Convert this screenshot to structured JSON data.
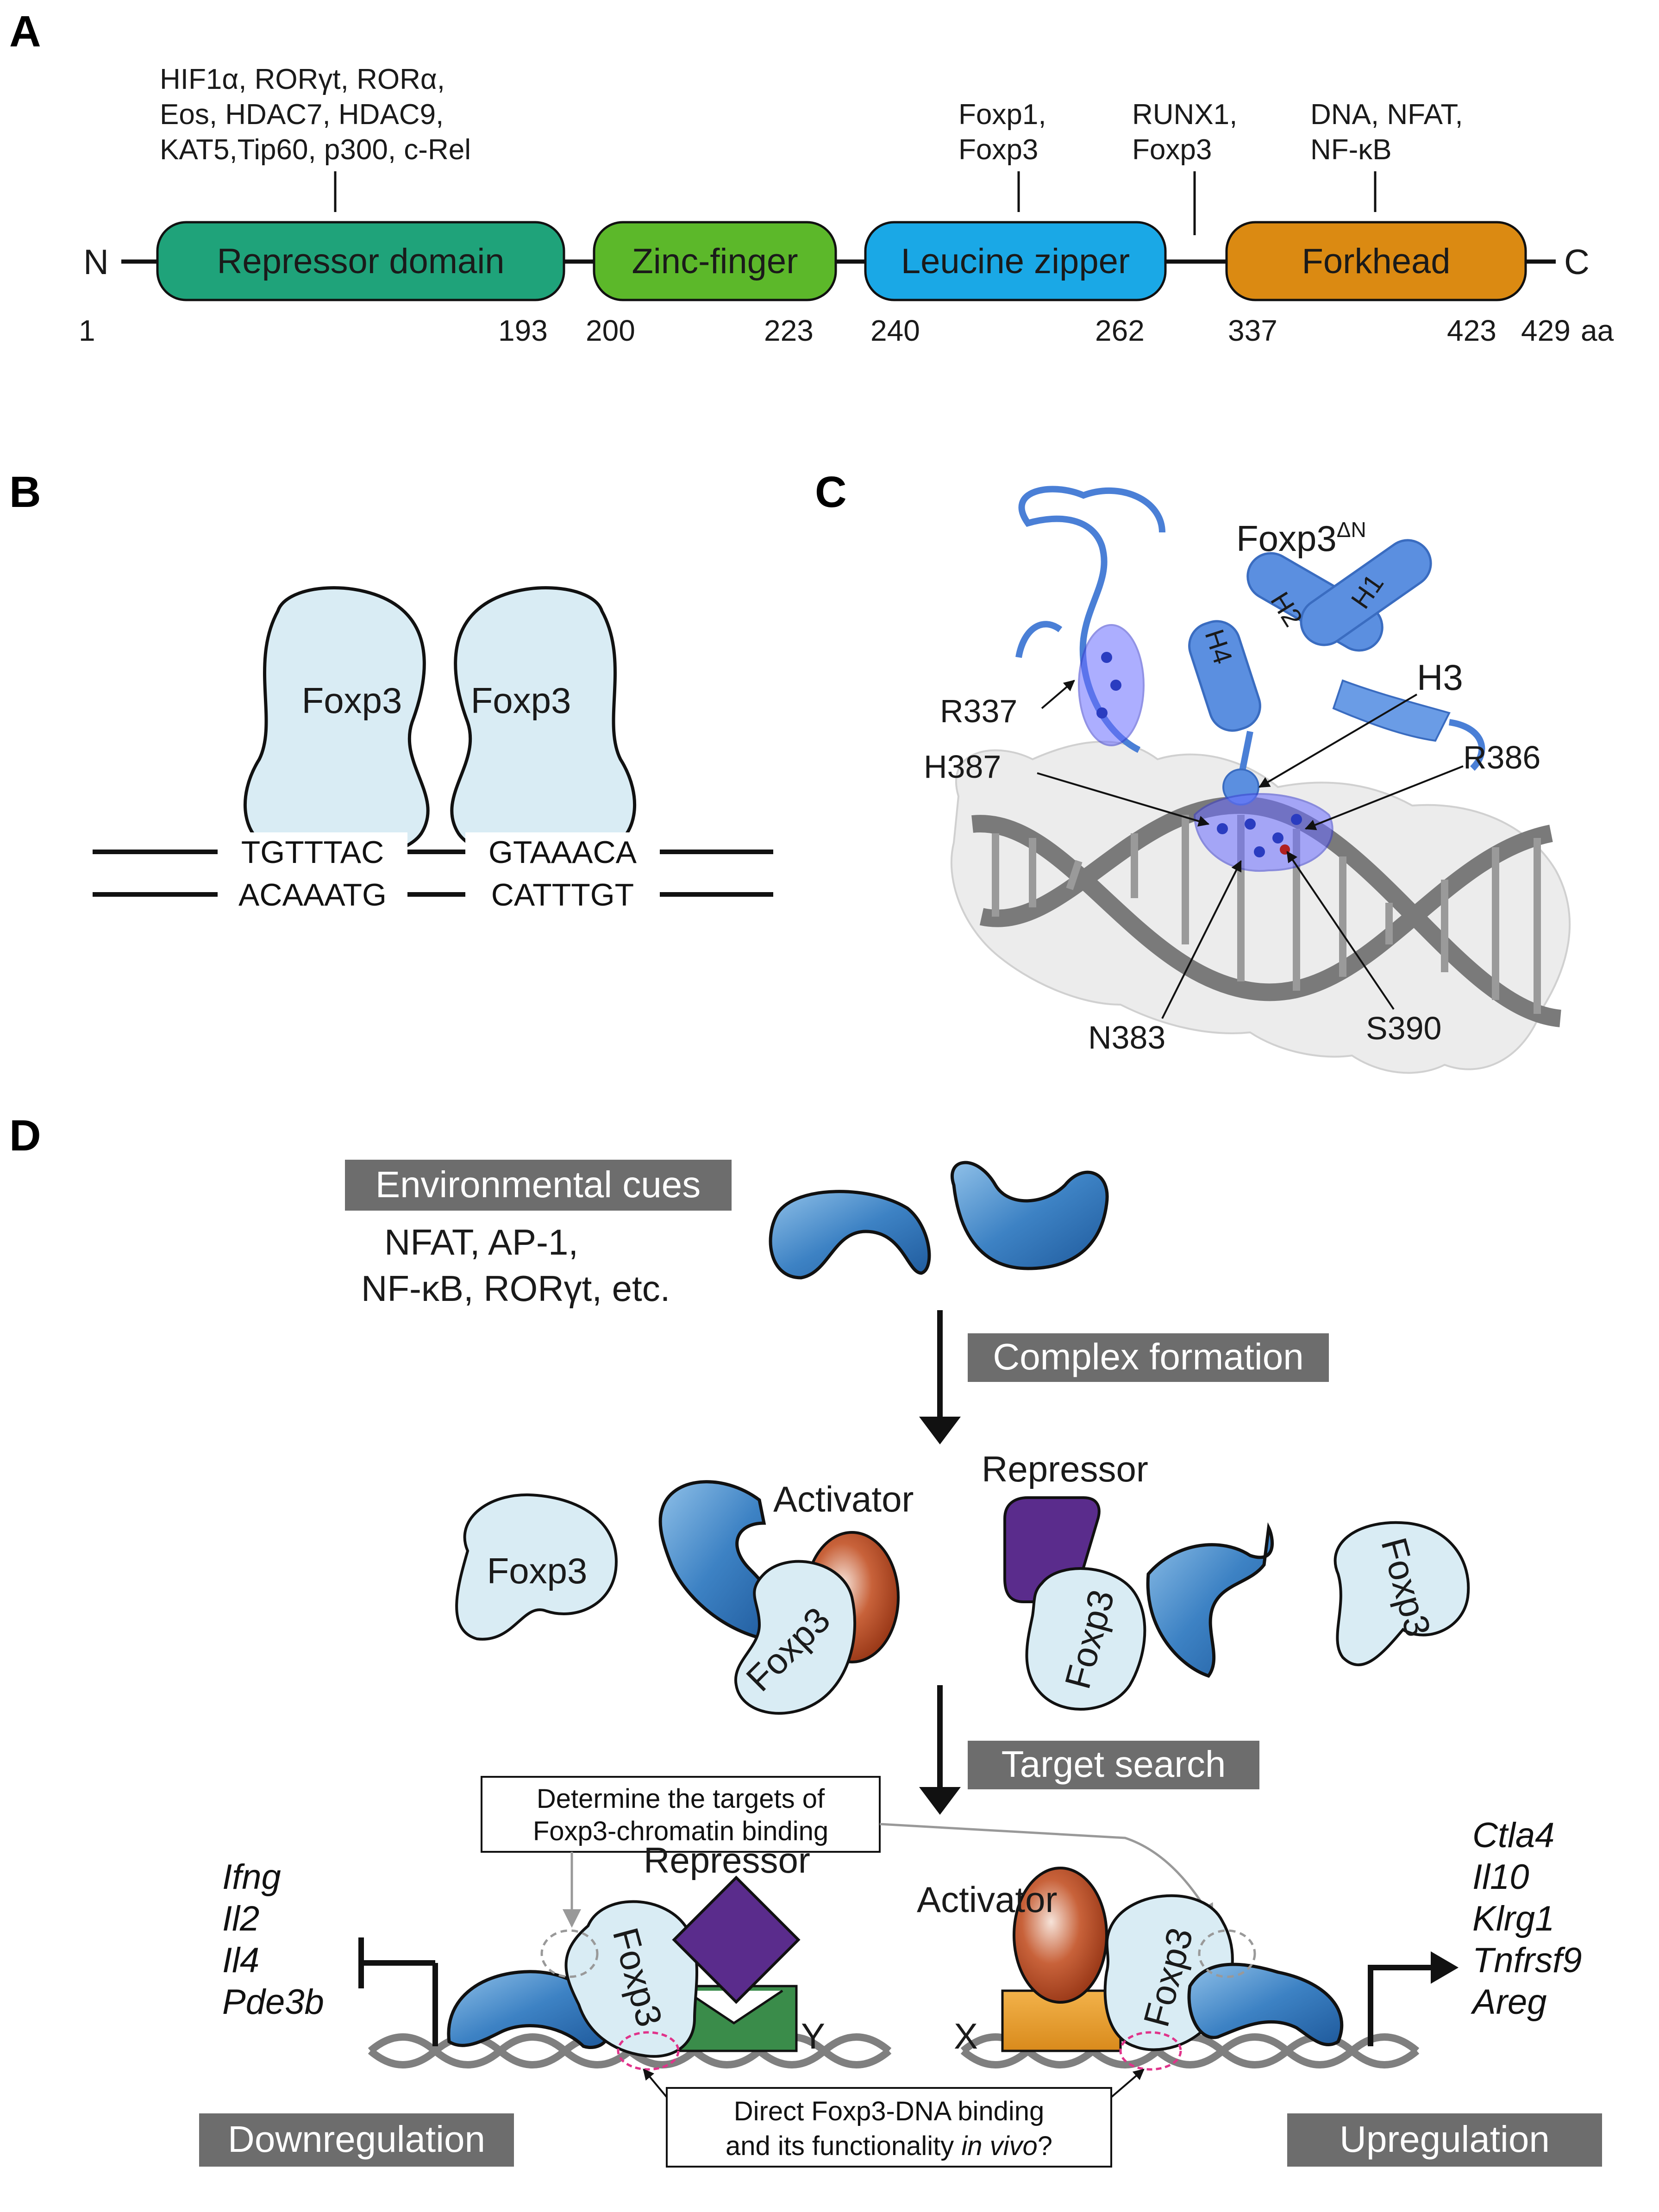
{
  "panels": {
    "a": "A",
    "b": "B",
    "c": "C",
    "d": "D"
  },
  "panel_a": {
    "n_term": "N",
    "c_term": "C",
    "domains": [
      {
        "label": "Repressor domain",
        "color": "#1fa37a"
      },
      {
        "label": "Zinc-finger",
        "color": "#5cb82a"
      },
      {
        "label": "Leucine zipper",
        "color": "#1aa8e6"
      },
      {
        "label": "Forkhead",
        "color": "#db8a12"
      }
    ],
    "positions": [
      "1",
      "193",
      "200",
      "223",
      "240",
      "262",
      "337",
      "423",
      "429"
    ],
    "unit": "aa",
    "binders": {
      "repressor": [
        "HIF1α, RORγt, RORα,",
        "Eos, HDAC7, HDAC9,",
        "KAT5,Tip60, p300, c-Rel"
      ],
      "leucine": [
        "Foxp1,",
        "Foxp3"
      ],
      "linker": [
        "RUNX1,",
        "Foxp3"
      ],
      "forkhead": [
        "DNA, NFAT,",
        "NF-κB"
      ]
    }
  },
  "panel_b": {
    "protein_left": "Foxp3",
    "protein_right": "Foxp3",
    "top_left": "TGTTTAC",
    "top_right": "GTAAACA",
    "bottom_left": "ACAAATG",
    "bottom_right": "CATTTGT"
  },
  "panel_c": {
    "title_main": "Foxp3",
    "title_sup": "ΔN",
    "helices": [
      "H1",
      "H2",
      "H3",
      "H4"
    ],
    "residues": [
      "R337",
      "H387",
      "R386",
      "N383",
      "S390"
    ]
  },
  "panel_d": {
    "env_cues_badge": "Environmental cues",
    "env_cues_line1": "NFAT, AP-1,",
    "env_cues_line2": "NF-κB, RORγt, etc.",
    "step1": "Complex formation",
    "step2": "Target  search",
    "activator": "Activator",
    "repressor": "Repressor",
    "foxp3": "Foxp3",
    "targets_box": [
      "Determine the targets of",
      "Foxp3-chromatin binding"
    ],
    "question_box": [
      "Direct Foxp3-DNA binding",
      "and its functionality ",
      "in vivo",
      "?"
    ],
    "x_label": "X",
    "y_label": "Y",
    "down_genes": [
      "Ifng",
      "Il2",
      "Il4",
      "Pde3b"
    ],
    "up_genes": [
      "Ctla4",
      "Il10",
      "Klrg1",
      "Tnfrsf9",
      "Areg"
    ],
    "down_badge": "Downregulation",
    "up_badge": "Upregulation",
    "colors": {
      "foxp3_fill": "#d9ecf4",
      "partner_blue": "#3d82c4",
      "activator": "#b5491f",
      "repressor": "#5a2c8c",
      "badge": "#6d6d6d",
      "green_y": "#3a8c4a",
      "orange_x": "#e8a030"
    }
  }
}
